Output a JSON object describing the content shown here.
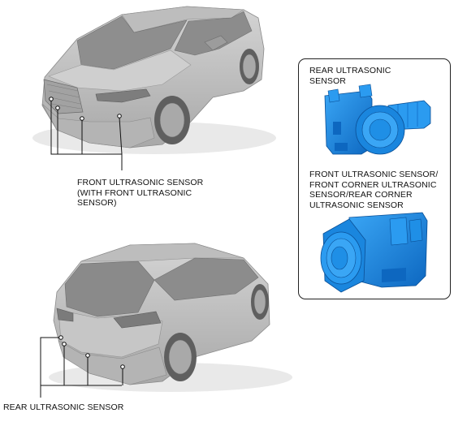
{
  "labels": {
    "front_sensor": "FRONT ULTRASONIC SENSOR\n(WITH FRONT ULTRASONIC\nSENSOR)",
    "rear_sensor": "REAR ULTRASONIC SENSOR",
    "panel_rear": "REAR ULTRASONIC\nSENSOR",
    "panel_front": "FRONT ULTRASONIC SENSOR/\nFRONT CORNER ULTRASONIC\nSENSOR/REAR CORNER\nULTRASONIC SENSOR"
  },
  "colors": {
    "car_body": "#c8c8c8",
    "car_shade": "#9a9a9a",
    "car_dark": "#6e6e6e",
    "sensor_blue": "#1f8fe6",
    "sensor_blue_dark": "#0b5fb0",
    "line": "#111111"
  }
}
